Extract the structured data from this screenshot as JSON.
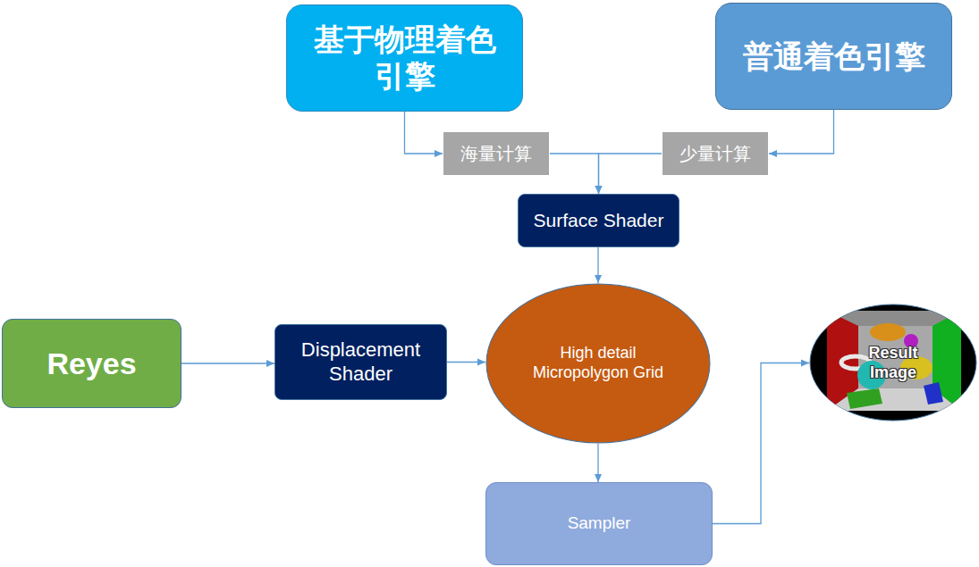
{
  "diagram": {
    "nodes": [
      {
        "text": [
          "基于物理着色引擎"
        ]
      },
      {
        "text": [
          "普通着色引擎"
        ]
      },
      {
        "text": [
          "海量计算"
        ]
      },
      {
        "text": [
          "少量计算"
        ]
      },
      {
        "text": [
          "Surface Shader"
        ]
      },
      {
        "text": [
          "Reyes"
        ]
      },
      {
        "text": [
          "Displacement Shader"
        ]
      },
      {
        "text": [
          "High detail Micropolygon Grid"
        ]
      },
      {
        "text": [
          "Sampler"
        ]
      },
      {
        "text": [
          "Result Image"
        ]
      }
    ],
    "edges": [
      {
        "from": 0,
        "to": 2,
        "arrow": "to"
      },
      {
        "from": 1,
        "to": 3,
        "arrow": "to"
      },
      {
        "from": 2,
        "to": 4,
        "arrow": "to"
      },
      {
        "from": 3,
        "to": 4,
        "arrow": "to"
      },
      {
        "from": 4,
        "to": 7,
        "arrow": "to"
      },
      {
        "from": 5,
        "to": 6,
        "arrow": "to"
      },
      {
        "from": 6,
        "to": 7,
        "arrow": "to"
      },
      {
        "from": 7,
        "to": 8,
        "arrow": "to"
      },
      {
        "from": 8,
        "to": 9,
        "arrow": "to"
      }
    ]
  }
}
